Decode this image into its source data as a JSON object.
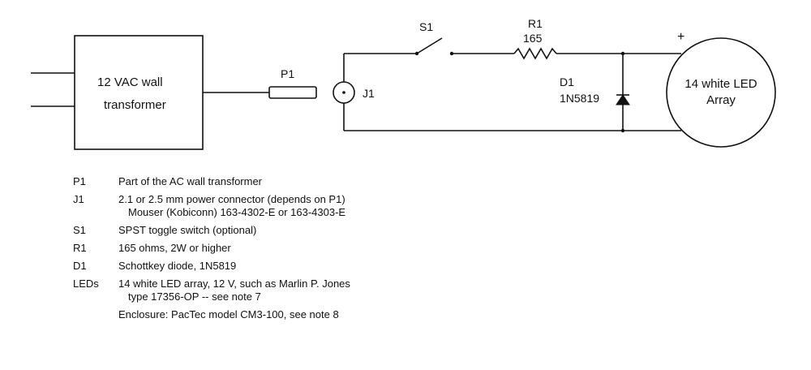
{
  "diagram": {
    "transformer_label_line1": "12 VAC wall",
    "transformer_label_line2": "transformer",
    "plug_label": "P1",
    "jack_label": "J1",
    "switch_label": "S1",
    "resistor_label": "R1",
    "resistor_value": "165",
    "diode_label": "D1",
    "diode_part": "1N5819",
    "led_label_line1": "14 white LED",
    "led_label_line2": "Array",
    "polarity_plus": "+"
  },
  "legend": [
    {
      "ref": "P1",
      "lines": [
        "Part of the AC wall transformer"
      ]
    },
    {
      "ref": "J1",
      "lines": [
        "2.1 or 2.5 mm power connector (depends on P1)",
        "Mouser (Kobiconn) 163-4302-E or 163-4303-E"
      ]
    },
    {
      "ref": "S1",
      "lines": [
        "SPST toggle switch (optional)"
      ]
    },
    {
      "ref": "R1",
      "lines": [
        "165 ohms, 2W or higher"
      ]
    },
    {
      "ref": "D1",
      "lines": [
        "Schottkey diode, 1N5819"
      ]
    },
    {
      "ref": "LEDs",
      "lines": [
        "14 white LED array, 12 V, such as Marlin P. Jones",
        "type 17356-OP -- see note 7"
      ]
    }
  ],
  "enclosure_note": "Enclosure: PacTec model CM3-100, see note 8"
}
